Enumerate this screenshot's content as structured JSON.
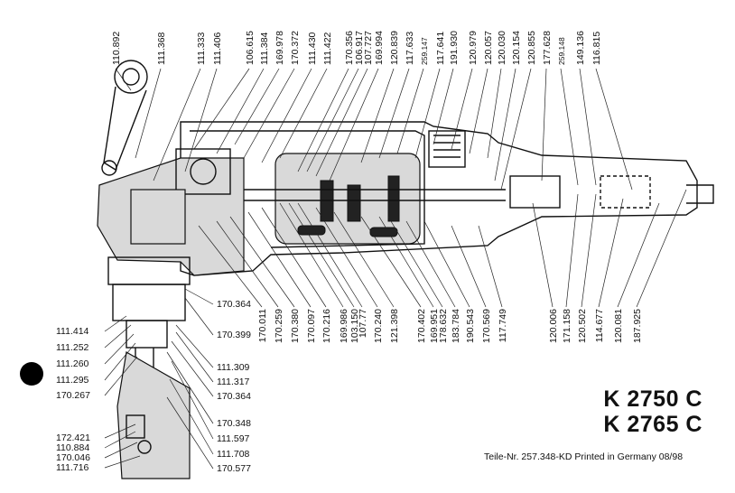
{
  "top_labels": [
    "110.892",
    "111.368",
    "111.333",
    "111.406",
    "106.615",
    "111.384",
    "169.978",
    "170.372",
    "111.430",
    "111.422",
    "170.356",
    "106.917",
    "107.727",
    "169.994",
    "120.839",
    "117.633",
    "259.147",
    "117.641",
    "191.930",
    "120.979",
    "120.057",
    "120.030",
    "120.154",
    "120.855",
    "177.628",
    "259.148",
    "149.136",
    "116.815"
  ],
  "bottom_labels": [
    "170.011",
    "170.259",
    "170.380",
    "170.097",
    "170.216",
    "169.986",
    "103.150",
    "107.77",
    "170.240",
    "121.398",
    "170.402",
    "169.951",
    "178.632",
    "183.784",
    "190.543",
    "170.569",
    "117.749",
    "120.006",
    "171.158",
    "120.502",
    "114.677",
    "120.081",
    "187.925"
  ],
  "left_labels": [
    "111.414",
    "111.252",
    "111.260",
    "111.295",
    "170.267",
    "172.421",
    "110.884",
    "170.046",
    "111.716"
  ],
  "mid_labels": [
    "170.364",
    "170.399",
    "111.309",
    "111.317",
    "170.364",
    "170.348",
    "111.597",
    "111.708",
    "170.577"
  ],
  "models": [
    "K 2750 C",
    "K 2765 C"
  ],
  "footer": "Teile-Nr. 257.348-KD  Printed in Germany  08/98"
}
